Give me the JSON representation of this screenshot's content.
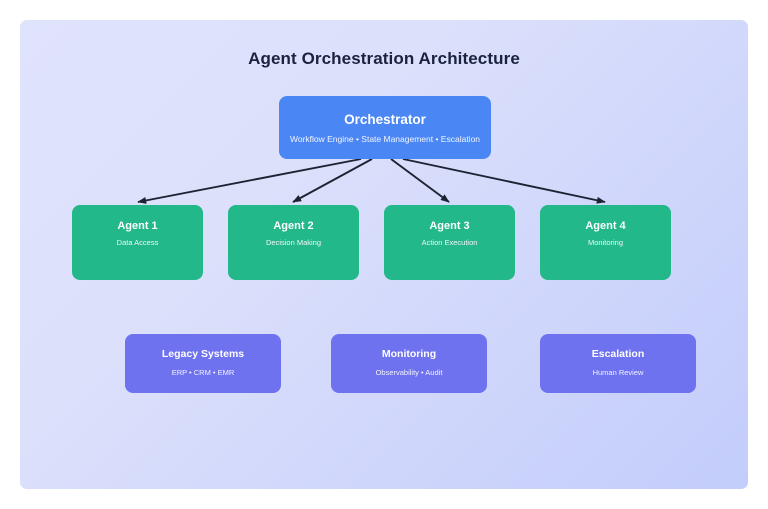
{
  "diagram": {
    "title": "Agent Orchestration Architecture",
    "colors": {
      "background_start": "#e0e3fc",
      "background_end": "#c3cdfb",
      "orchestrator": "#4a87f5",
      "agent": "#22b889",
      "resource": "#6e72ef",
      "arrow": "#1d2333",
      "title_text": "#1b2240",
      "node_text": "#ffffff"
    },
    "orchestrator": {
      "title": "Orchestrator",
      "subtitle": "Workflow Engine • State Management • Escalation"
    },
    "agents": [
      {
        "title": "Agent 1",
        "subtitle": "Data Access"
      },
      {
        "title": "Agent 2",
        "subtitle": "Decision Making"
      },
      {
        "title": "Agent 3",
        "subtitle": "Action Execution"
      },
      {
        "title": "Agent 4",
        "subtitle": "Monitoring"
      }
    ],
    "resources": [
      {
        "title": "Legacy Systems",
        "subtitle": "ERP • CRM • EMR"
      },
      {
        "title": "Monitoring",
        "subtitle": "Observability • Audit"
      },
      {
        "title": "Escalation",
        "subtitle": "Human Review"
      }
    ],
    "connections": [
      {
        "from": "Orchestrator",
        "to": "Agent 1"
      },
      {
        "from": "Orchestrator",
        "to": "Agent 2"
      },
      {
        "from": "Orchestrator",
        "to": "Agent 3"
      },
      {
        "from": "Orchestrator",
        "to": "Agent 4"
      }
    ]
  }
}
